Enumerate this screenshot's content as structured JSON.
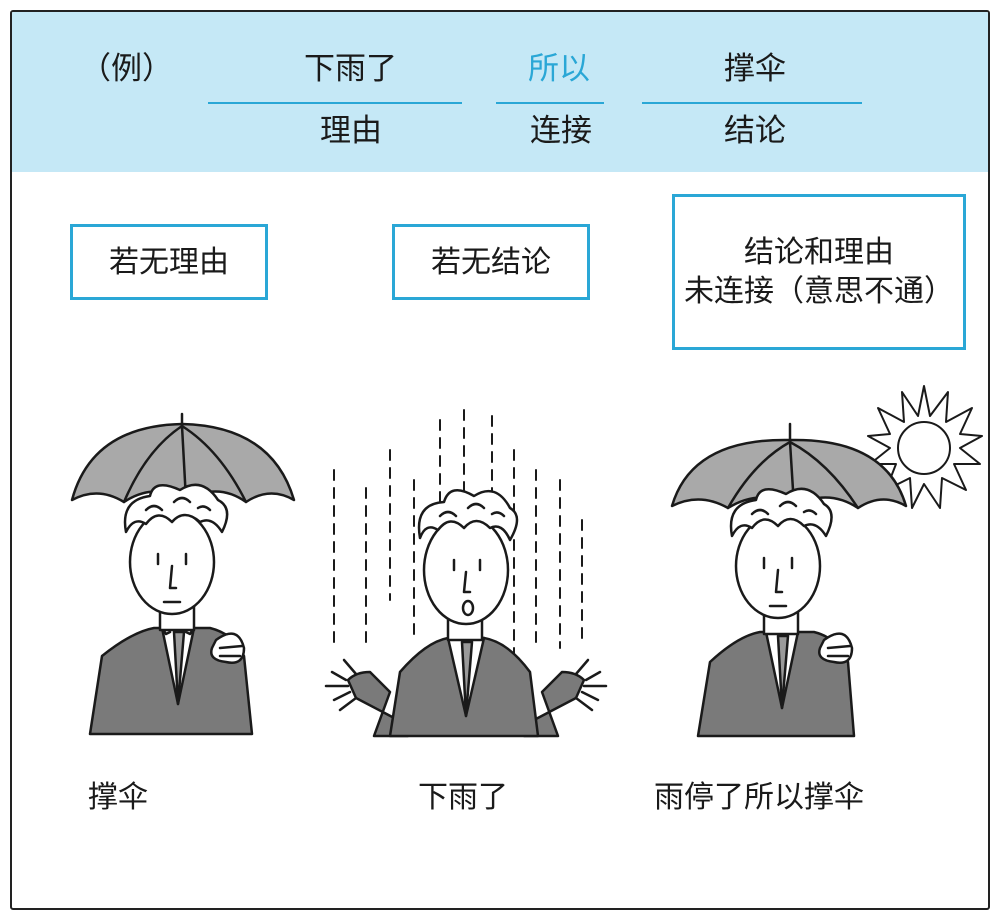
{
  "example": {
    "marker": "（例）",
    "reason_text": "下雨了",
    "connector_text": "所以",
    "conclusion_text": "撑伞",
    "reason_label": "理由",
    "connector_label": "连接",
    "conclusion_label": "结论"
  },
  "panels": [
    {
      "title": "若无理由",
      "caption": "撑伞",
      "figure": "man-with-umbrella-icon"
    },
    {
      "title": "若无结论",
      "caption": "下雨了",
      "figure": "man-in-rain-icon"
    },
    {
      "title_line1": "结论和理由",
      "title_line2": "未连接（意思不通）",
      "caption": "雨停了所以撑伞",
      "figure": "man-with-umbrella-and-sun-icon"
    }
  ],
  "colors": {
    "accent": "#2aa7d6",
    "header_bg": "#c5e8f6",
    "ink": "#1a1a1a",
    "suit": "#7a7a7a",
    "umbrella": "#a9a9a9"
  }
}
